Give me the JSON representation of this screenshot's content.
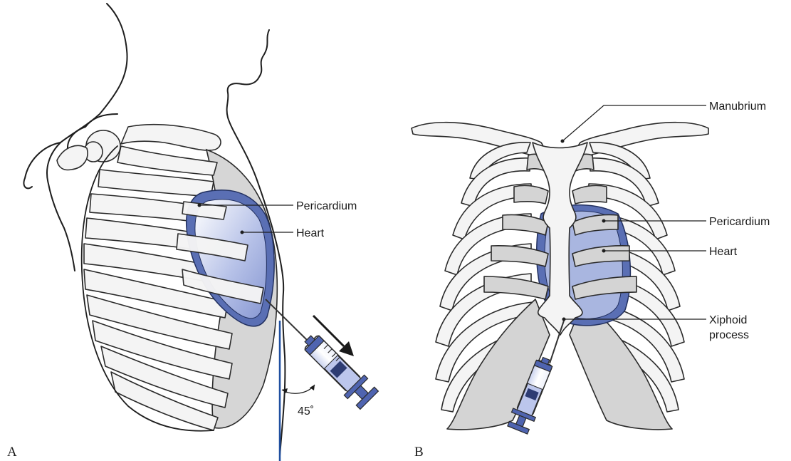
{
  "panel_a": {
    "letter": "A",
    "labels": {
      "pericardium": "Pericardium",
      "heart": "Heart",
      "angle": "45˚"
    }
  },
  "panel_b": {
    "letter": "B",
    "labels": {
      "manubrium": "Manubrium",
      "pericardium": "Pericardium",
      "heart": "Heart",
      "xiphoid_line1": "Xiphoid",
      "xiphoid_line2": "process"
    }
  },
  "colors": {
    "pericardium": "#5a6fb4",
    "heart": "#a9b6e0",
    "bone": "#f4f4f4",
    "cartilage": "#d4d4d4",
    "vertical_reference_line": "#1f4fa0"
  }
}
